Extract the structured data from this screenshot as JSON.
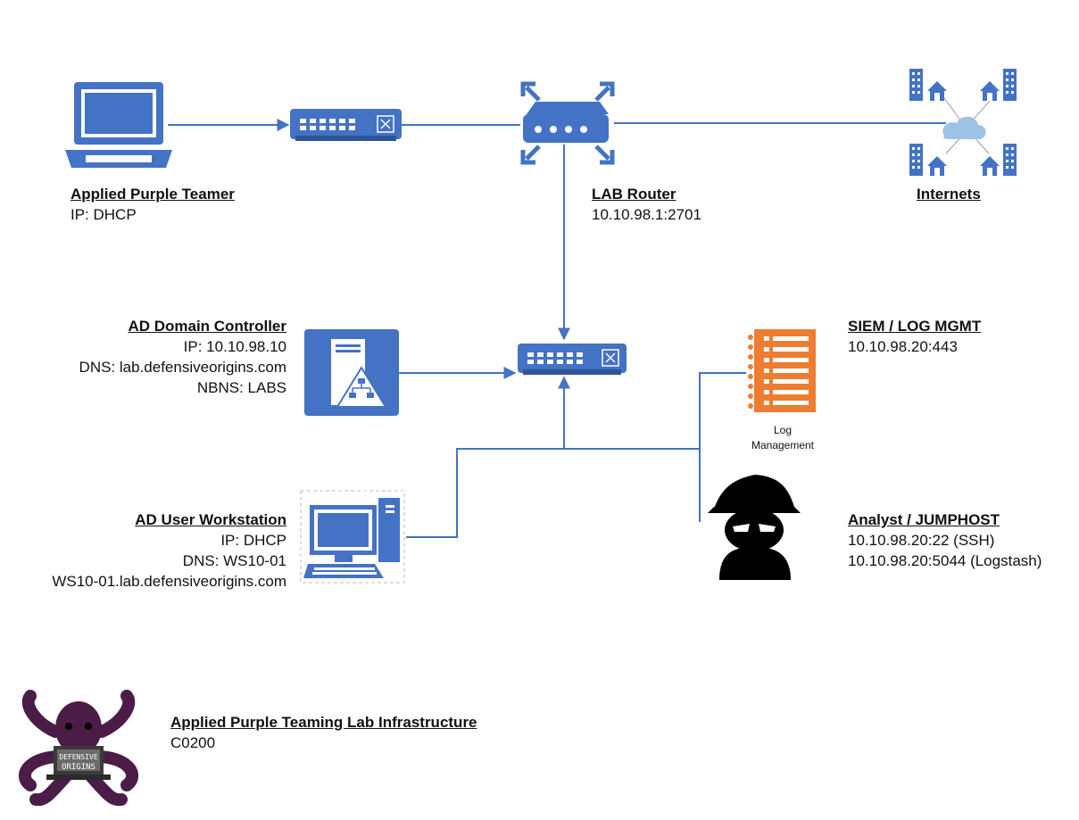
{
  "nodes": {
    "attacker": {
      "title": "Applied Purple Teamer",
      "lines": [
        "IP: DHCP"
      ]
    },
    "router": {
      "title": "LAB Router",
      "lines": [
        "10.10.98.1:2701"
      ]
    },
    "internet": {
      "title": "Internets"
    },
    "dc": {
      "title": "AD Domain Controller",
      "lines": [
        "IP: 10.10.98.10",
        "DNS: lab.defensiveorigins.com",
        "NBNS: LABS"
      ]
    },
    "siem": {
      "title": "SIEM / LOG MGMT",
      "lines": [
        "10.10.98.20:443"
      ],
      "icon_caption": [
        "Log",
        "Management"
      ]
    },
    "workstation": {
      "title": "AD User Workstation",
      "lines": [
        "IP: DHCP",
        "DNS: WS10-01",
        "WS10-01.lab.defensiveorigins.com"
      ]
    },
    "analyst": {
      "title": "Analyst / JUMPHOST",
      "lines": [
        "10.10.98.20:22 (SSH)",
        "10.10.98.20:5044 (Logstash)"
      ]
    }
  },
  "footer": {
    "title": "Applied Purple Teaming Lab Infrastructure",
    "code": "C0200",
    "logo_text": [
      "DEFENSIVE",
      "ORIGINS"
    ]
  },
  "icons": [
    "laptop-icon",
    "switch-icon",
    "router-icon",
    "cloud-icon",
    "building-icon",
    "house-icon",
    "server-icon",
    "desktop-computer-icon",
    "document-log-icon",
    "spy-icon",
    "octopus-logo"
  ],
  "colors": {
    "accent": "#4472C4",
    "line": "#4472C4",
    "log_orange": "#ED7D31",
    "logo_purple": "#4B1C46"
  }
}
